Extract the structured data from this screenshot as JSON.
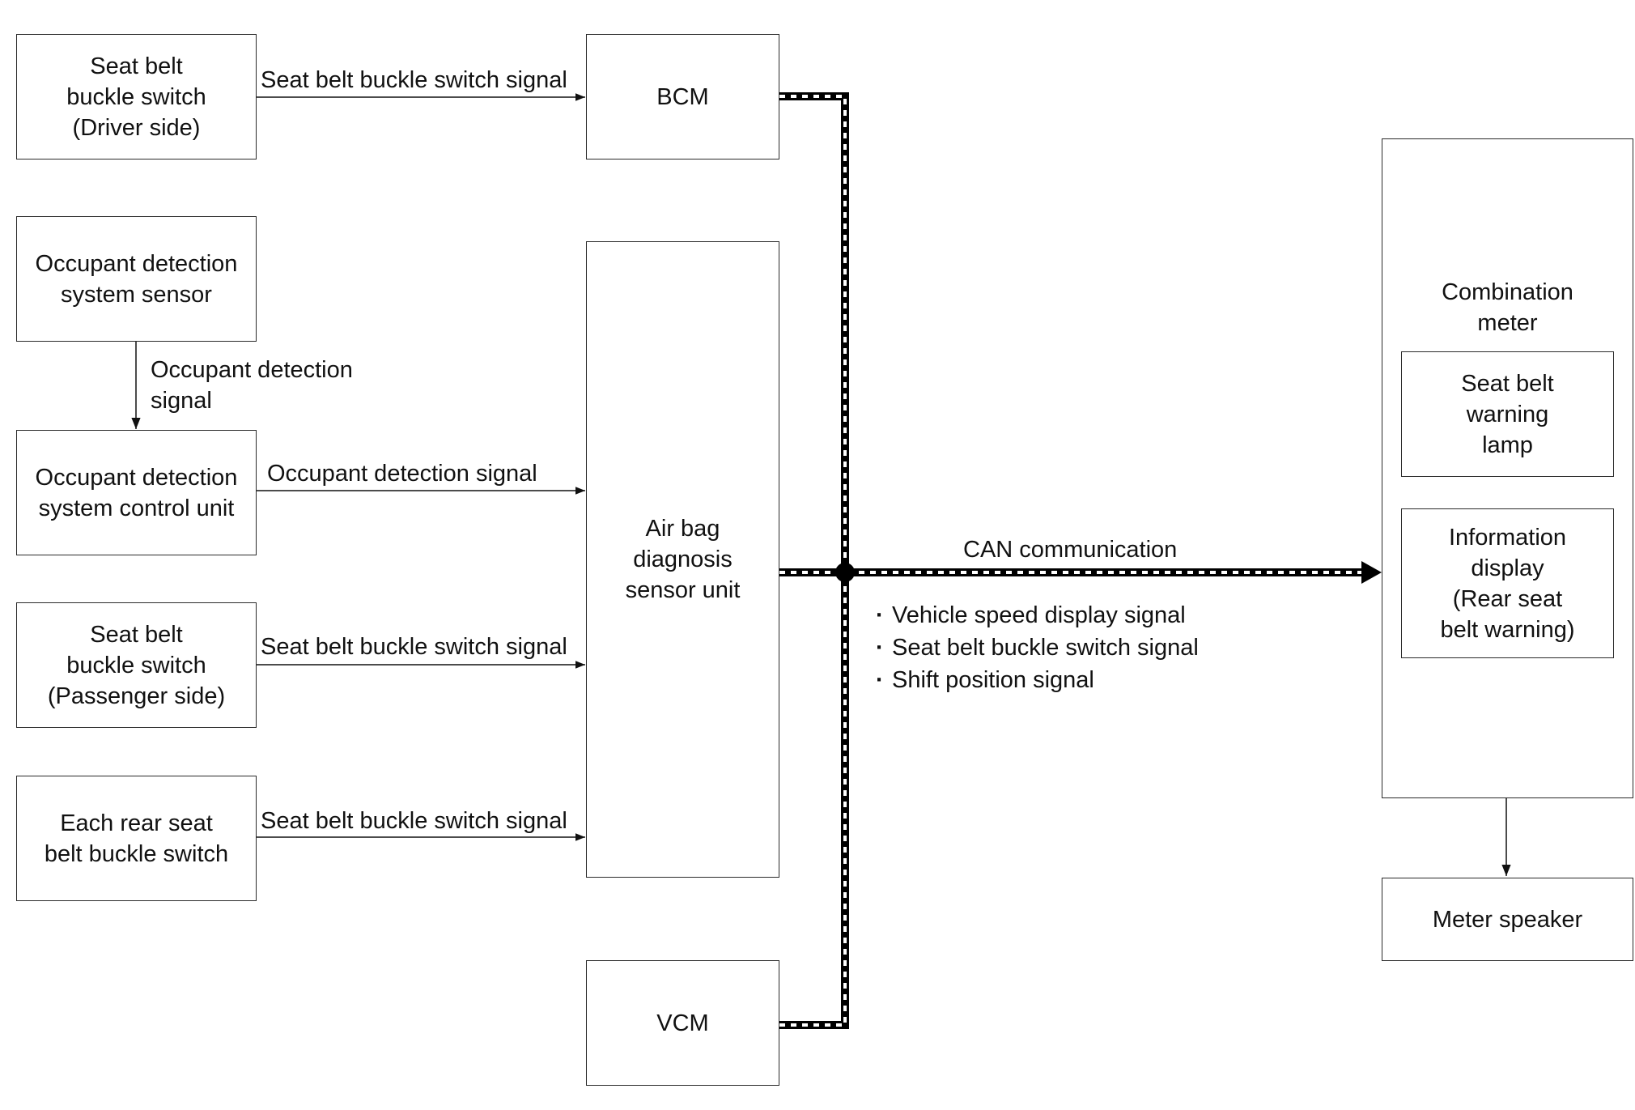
{
  "components": {
    "seat_belt_driver": "Seat belt\nbuckle switch\n(Driver side)",
    "occupant_sensor": "Occupant detection\nsystem sensor",
    "occupant_control_unit": "Occupant detection\nsystem control unit",
    "seat_belt_passenger": "Seat belt\nbuckle switch\n(Passenger side)",
    "rear_seat_switch": "Each rear seat\nbelt buckle switch",
    "bcm": "BCM",
    "airbag_unit": "Air bag\ndiagnosis\nsensor unit",
    "vcm": "VCM",
    "combination_meter": "Combination\nmeter",
    "warning_lamp": "Seat belt\nwarning\nlamp",
    "info_display": "Information\ndisplay\n(Rear seat\nbelt warning)",
    "meter_speaker": "Meter speaker"
  },
  "signals": {
    "driver_to_bcm": "Seat belt buckle switch signal",
    "sensor_to_control": "Occupant detection\nsignal",
    "control_to_airbag": "Occupant detection signal",
    "passenger_to_airbag": "Seat belt buckle switch signal",
    "rear_to_airbag": "Seat belt buckle switch signal",
    "can": "CAN communication",
    "can_list": [
      "Vehicle speed display signal",
      "Seat belt buckle switch signal",
      "Shift position signal"
    ]
  }
}
